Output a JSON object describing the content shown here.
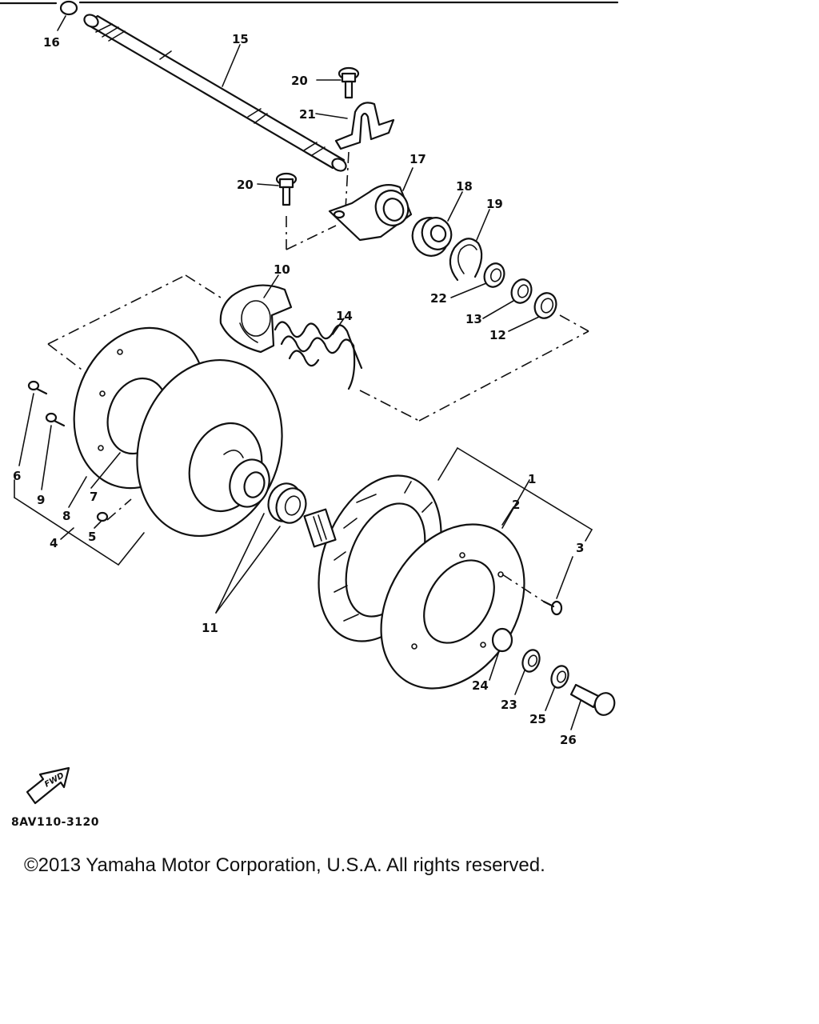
{
  "diagram": {
    "labels": {
      "p1": "1",
      "p2": "2",
      "p3": "3",
      "p4": "4",
      "p5": "5",
      "p6": "6",
      "p7": "7",
      "p8": "8",
      "p9": "9",
      "p10": "10",
      "p11": "11",
      "p12": "12",
      "p13": "13",
      "p14": "14",
      "p15": "15",
      "p16": "16",
      "p17": "17",
      "p18": "18",
      "p19": "19",
      "p20a": "20",
      "p20b": "20",
      "p21": "21",
      "p22": "22",
      "p23": "23",
      "p24": "24",
      "p25": "25",
      "p26": "26"
    },
    "fwd_label": "FWD",
    "drawing_code": "8AV110-3120"
  },
  "footer": {
    "copyright": "©2013 Yamaha Motor Corporation, U.S.A. All rights reserved."
  }
}
